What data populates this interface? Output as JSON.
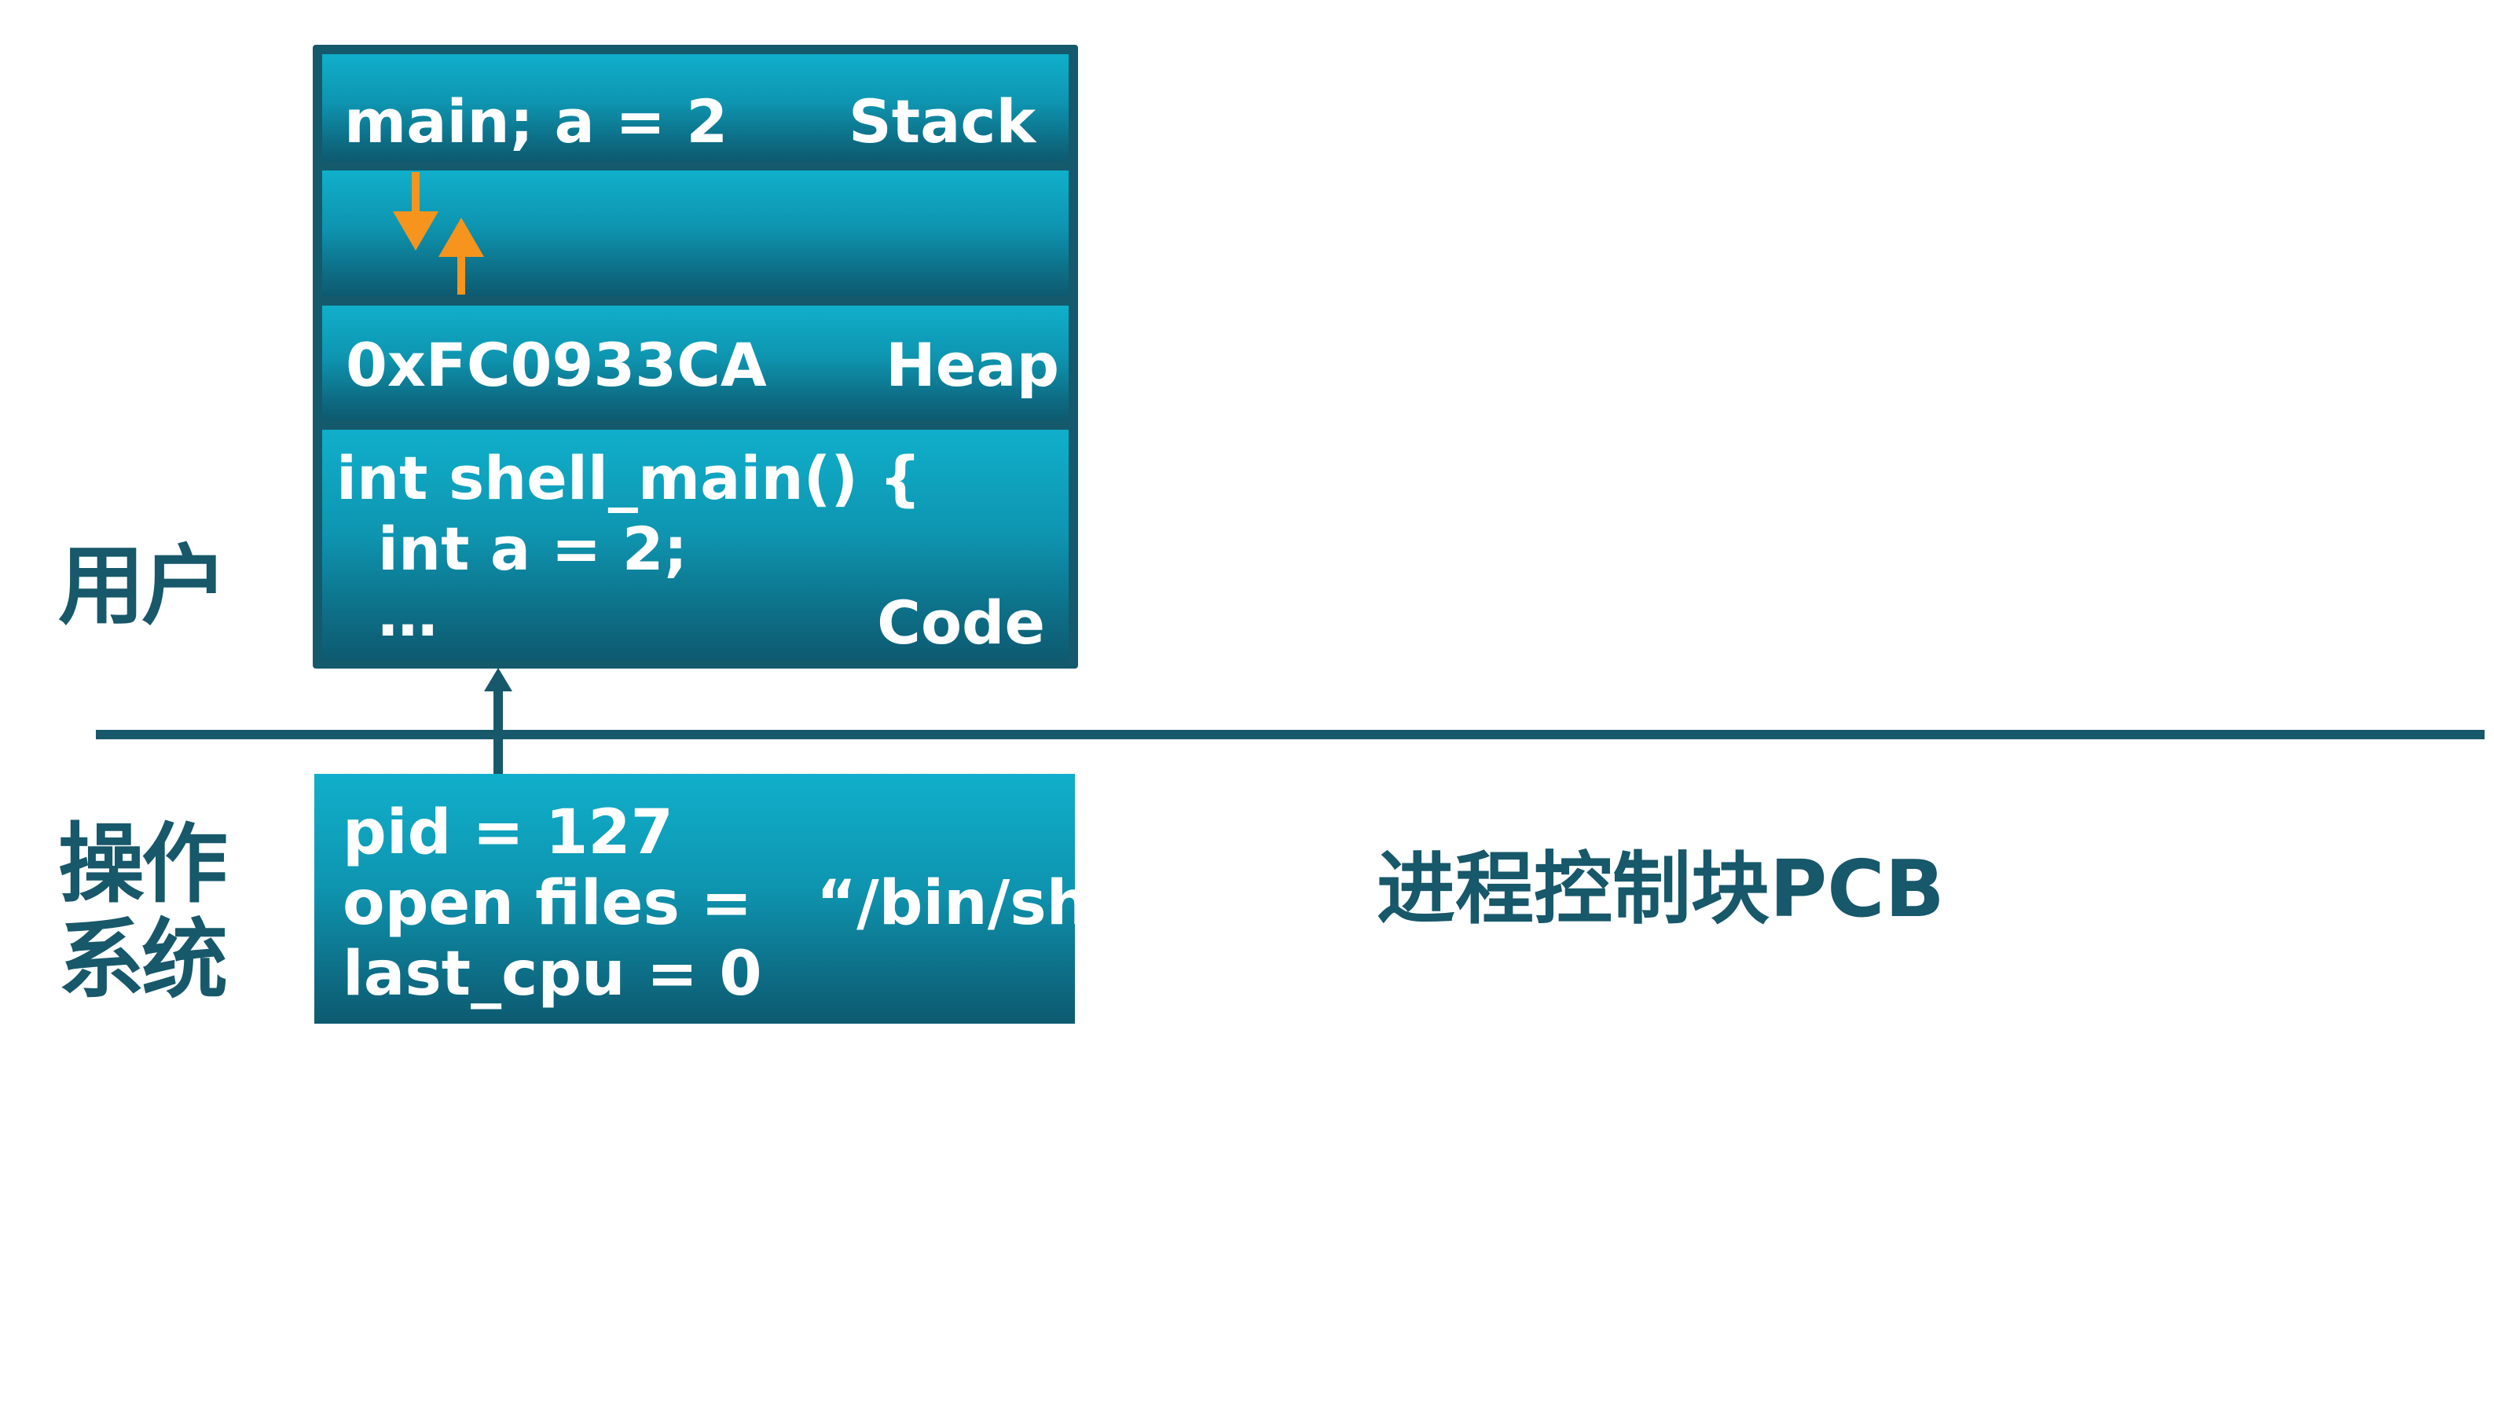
{
  "memory": {
    "stack": {
      "content": "main; a = 2",
      "label": "Stack"
    },
    "heap": {
      "content": "0xFC0933CA",
      "label": "Heap"
    },
    "code": {
      "lines": [
        "int shell_main() {",
        "  int a = 2;",
        "  …"
      ],
      "label": "Code"
    }
  },
  "labels": {
    "user": "用户",
    "os_line1": "操作",
    "os_line2": "系统"
  },
  "pcb": {
    "lines": [
      "pid = 127",
      "open files =   “/bin/sh”",
      "last_cpu = 0"
    ],
    "title": "进程控制块PCB"
  },
  "colors": {
    "accent": "#17586a",
    "box_top": "#10afcb",
    "box_bottom": "#0d5a70",
    "arrow_orange": "#f7941d"
  },
  "icons": [
    "arrow-down-icon",
    "arrow-up-icon",
    "arrow-up-icon"
  ]
}
